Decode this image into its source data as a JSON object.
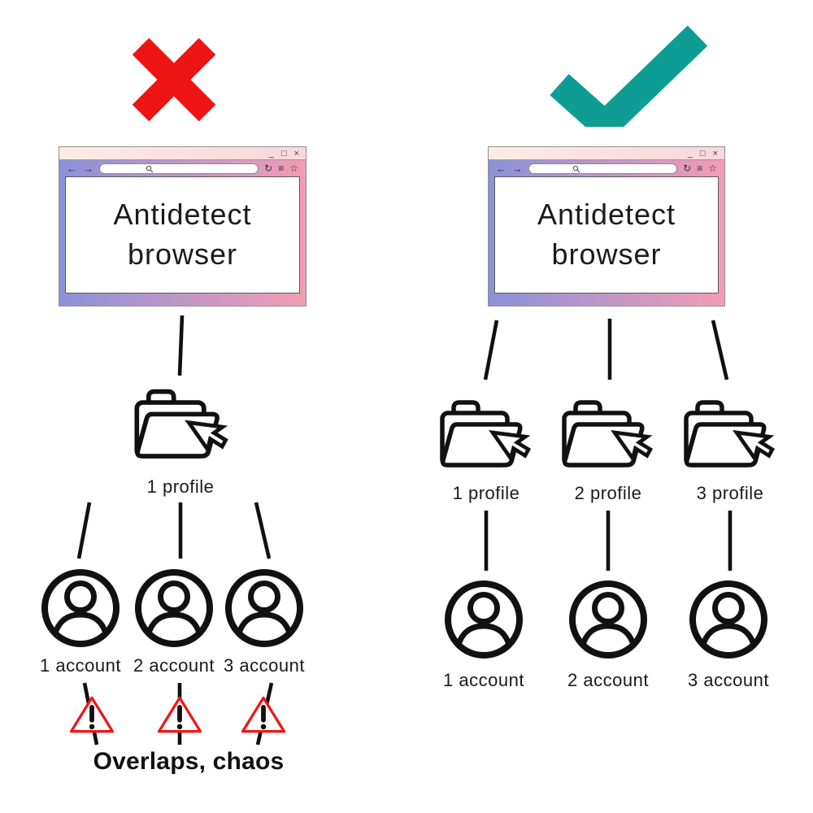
{
  "left_panel": {
    "verdict": "wrong-way",
    "browser": {
      "title_line1": "Antidetect",
      "title_line2": "browser"
    },
    "profiles": [
      "1 profile"
    ],
    "accounts": [
      "1 account",
      "2 account",
      "3 account"
    ],
    "caption": "Overlaps, chaos"
  },
  "right_panel": {
    "verdict": "right-way",
    "browser": {
      "title_line1": "Antidetect",
      "title_line2": "browser"
    },
    "profiles": [
      "1 profile",
      "2 profile",
      "3 profile"
    ],
    "accounts": [
      "1 account",
      "2 account",
      "3 account"
    ]
  },
  "chrome": {
    "minimize": "_",
    "maximize": "□",
    "close": "×",
    "back": "←",
    "forward": "→",
    "refresh": "↻",
    "menu": "≡",
    "star": "☆"
  },
  "colors": {
    "error_red": "#ee1414",
    "success_teal": "#0d9d95",
    "warning_red": "#f21414",
    "frame_gradient_start": "#8b91d9",
    "frame_gradient_end": "#f49cb4",
    "titlebar_start": "#fcece4",
    "titlebar_end": "#fad7db",
    "line_black": "#111111"
  }
}
